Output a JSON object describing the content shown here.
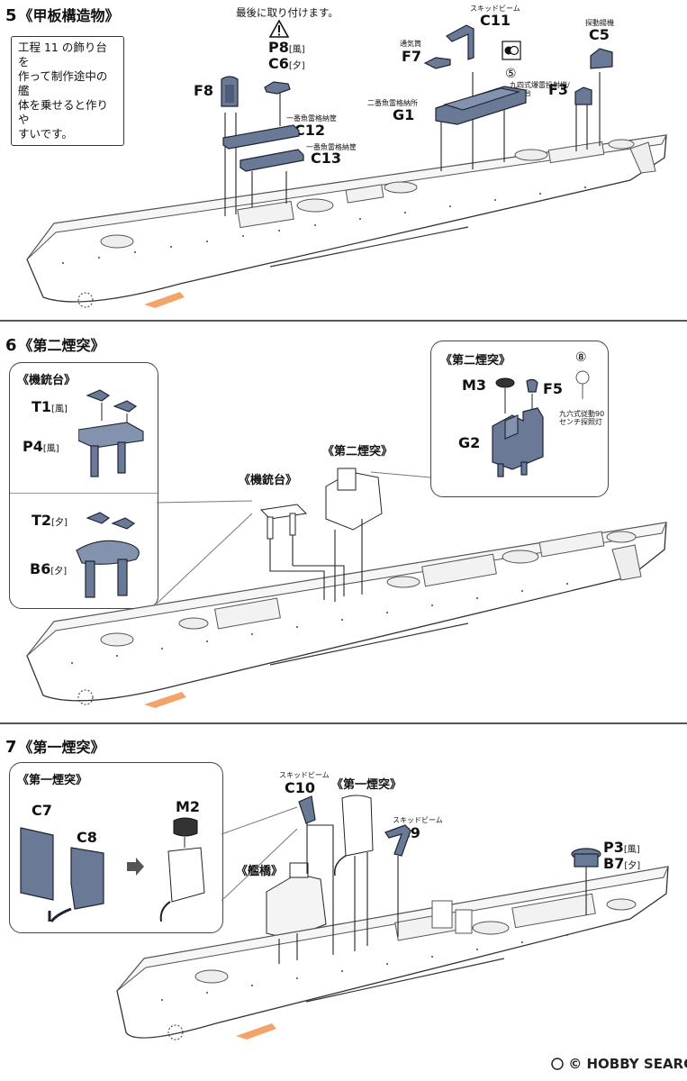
{
  "step5": {
    "number": "5",
    "title": "《甲板構造物》",
    "note_lines": [
      "工程 11 の飾り台を",
      "作って制作途中の艦",
      "体を乗せると作りや",
      "すいです。"
    ],
    "attach_last": "最後に取り付けます。",
    "warning_icon": "warning-triangle-icon",
    "labels": {
      "f8": "F8",
      "p8": "P8",
      "p8_tag": "[風]",
      "c6": "C6",
      "c6_tag": "[夕]",
      "c12_caption": "一番魚雷格納筐",
      "c12": "C12",
      "c13_caption": "一番魚雷格納筐",
      "c13": "C13",
      "skid_caption": "スキッドビーム",
      "c11": "C11",
      "vent_caption": "通気筒",
      "f7": "F7",
      "g1_caption": "二番魚雷格納所",
      "g1": "G1",
      "circle_num": "⑤",
      "torpedo_caption_1": "九四式爆雷投射機/",
      "torpedo_caption_2": "装填台",
      "f3": "F3",
      "c5_caption": "探動揚機",
      "c5": "C5"
    }
  },
  "step6": {
    "number": "6",
    "title": "《第二煙突》",
    "left_panel_title": "《機銃台》",
    "labels": {
      "t1": "T1",
      "t1_tag": "[風]",
      "p4": "P4",
      "p4_tag": "[風]",
      "t2": "T2",
      "t2_tag": "[夕]",
      "b6": "B6",
      "b6_tag": "[夕]",
      "center_funnel": "《第二煙突》",
      "center_mount": "《機銃台》",
      "right_panel_title": "《第二煙突》",
      "m3": "M3",
      "f5": "F5",
      "circle_num": "⑧",
      "lamp_caption_1": "九六式従動90",
      "lamp_caption_2": "センチ探照灯",
      "g2": "G2"
    }
  },
  "step7": {
    "number": "7",
    "title": "《第一煙突》",
    "left_panel_title": "《第一煙突》",
    "labels": {
      "c7": "C7",
      "c8": "C8",
      "m2": "M2",
      "skid_caption": "スキッドビーム",
      "c10": "C10",
      "center_funnel": "《第一煙突》",
      "skid_caption_2": "スキッドビーム",
      "c9": "C9",
      "bridge": "《艦橋》",
      "p3": "P3",
      "p3_tag": "[風]",
      "b7": "B7",
      "b7_tag": "[夕]"
    }
  },
  "watermark": {
    "text": "© HOBBY SEARCH",
    "icon": "hobby-search-logo-icon"
  },
  "colors": {
    "part_fill": "#6a7a96",
    "part_stroke": "#1d2333",
    "direction_arrow": "#f4a46b",
    "divider": "#555555"
  }
}
